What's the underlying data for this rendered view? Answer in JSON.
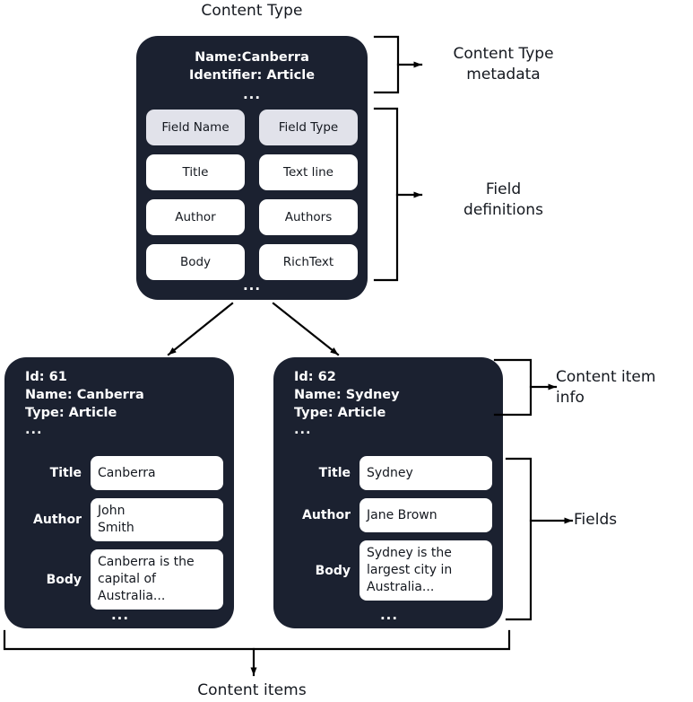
{
  "titles": {
    "top": "Content Type",
    "bottom": "Content items"
  },
  "content_type": {
    "name_line": "Name:Canberra",
    "identifier_line": "Identifier: Article",
    "ellipsis": "...",
    "bottom_ellipsis": "...",
    "table": {
      "headers": [
        "Field Name",
        "Field Type"
      ],
      "rows": [
        [
          "Title",
          "Text line"
        ],
        [
          "Author",
          "Authors"
        ],
        [
          "Body",
          "RichText"
        ]
      ]
    }
  },
  "content_items": [
    {
      "id_line": "Id: 61",
      "name_line": "Name: Canberra",
      "type_line": "Type: Article",
      "ellipsis": "...",
      "bottom_ellipsis": "...",
      "fields": [
        {
          "label": "Title",
          "value": "Canberra"
        },
        {
          "label": "Author",
          "value": "John\nSmith"
        },
        {
          "label": "Body",
          "value": "Canberra is the capital of Australia..."
        }
      ]
    },
    {
      "id_line": "Id: 62",
      "name_line": "Name: Sydney",
      "type_line": "Type: Article",
      "ellipsis": "...",
      "bottom_ellipsis": "...",
      "fields": [
        {
          "label": "Title",
          "value": "Sydney"
        },
        {
          "label": "Author",
          "value": "Jane Brown"
        },
        {
          "label": "Body",
          "value": "Sydney is the largest city in Australia..."
        }
      ]
    }
  ],
  "annotations": {
    "metadata": "Content Type\nmetadata",
    "field_definitions": "Field\ndefinitions",
    "item_info": "Content item\ninfo",
    "fields": "Fields"
  },
  "colors": {
    "card_background": "#1b2130",
    "page_background": "#ffffff",
    "chip_header": "#e1e2ea",
    "chip_value": "#ffffff",
    "text_light": "#ffffff",
    "text_dark": "#14181f",
    "connector": "#000000"
  }
}
